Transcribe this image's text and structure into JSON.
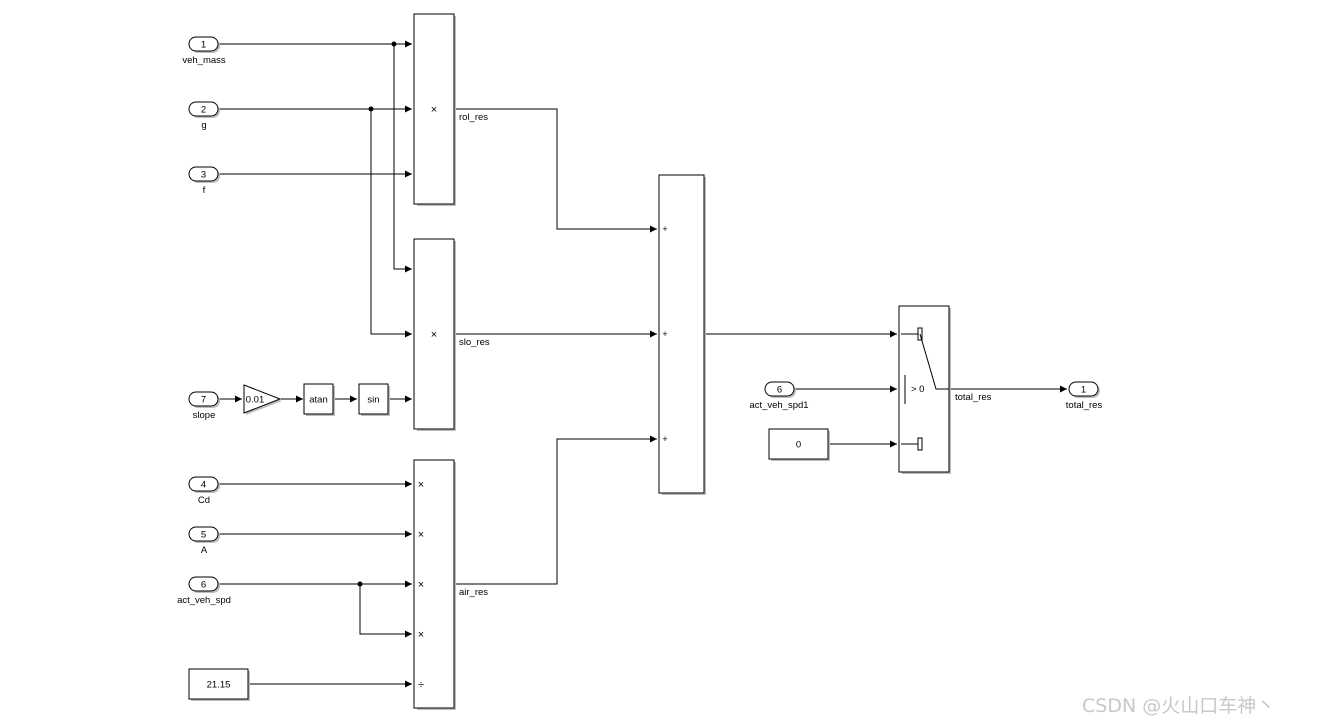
{
  "inports": [
    {
      "num": "1",
      "name": "veh_mass"
    },
    {
      "num": "2",
      "name": "g"
    },
    {
      "num": "3",
      "name": "f"
    },
    {
      "num": "7",
      "name": "slope"
    },
    {
      "num": "4",
      "name": "Cd"
    },
    {
      "num": "5",
      "name": "A"
    },
    {
      "num": "6",
      "name": "act_veh_spd"
    },
    {
      "num": "6",
      "name": "act_veh_spd1"
    }
  ],
  "outport": {
    "num": "1",
    "name": "total_res"
  },
  "constants": {
    "c21": "21.15",
    "c0": "0"
  },
  "gain": "0.01",
  "functions": {
    "atan": "atan",
    "sin": "sin"
  },
  "signals": {
    "rol_res": "rol_res",
    "slo_res": "slo_res",
    "air_res": "air_res",
    "total_res": "total_res"
  },
  "product_ops": {
    "mult": "×",
    "div": "÷"
  },
  "sum_signs": [
    "+",
    "+",
    "+"
  ],
  "switch_threshold": "> 0",
  "watermark": "CSDN @火山口车神丶"
}
